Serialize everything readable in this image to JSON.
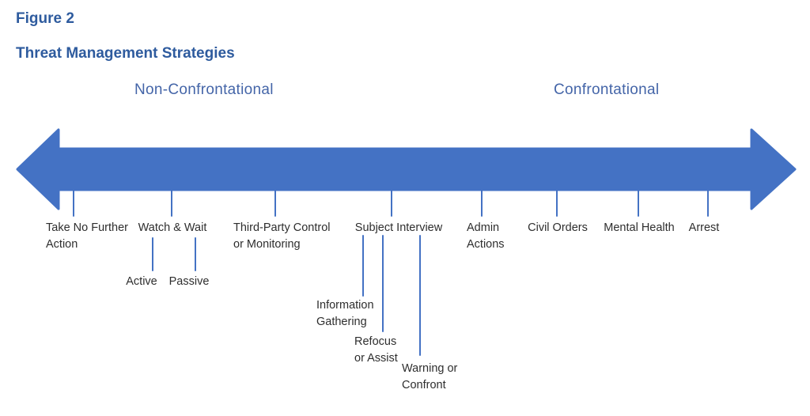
{
  "figure": {
    "label": "Figure 2",
    "title": "Threat Management Strategies"
  },
  "axis": {
    "left_label": "Non-Confrontational",
    "right_label": "Confrontational"
  },
  "colors": {
    "arrow_blue": "#4472C4",
    "tick_blue": "#4472C4",
    "title_blue": "#2E5B9E",
    "axis_label_blue": "#4465A8",
    "body_text": "#2E2E2E"
  },
  "strategies": [
    {
      "label": "Take No Further\nAction"
    },
    {
      "label": "Watch & Wait",
      "children": [
        {
          "label": "Active"
        },
        {
          "label": "Passive"
        }
      ]
    },
    {
      "label": "Third-Party Control\nor Monitoring"
    },
    {
      "label": "Subject Interview",
      "children": [
        {
          "label": "Information\nGathering"
        },
        {
          "label": "Refocus\nor Assist"
        },
        {
          "label": "Warning or\nConfront"
        }
      ]
    },
    {
      "label": "Admin\nActions"
    },
    {
      "label": "Civil Orders"
    },
    {
      "label": "Mental Health"
    },
    {
      "label": "Arrest"
    }
  ]
}
